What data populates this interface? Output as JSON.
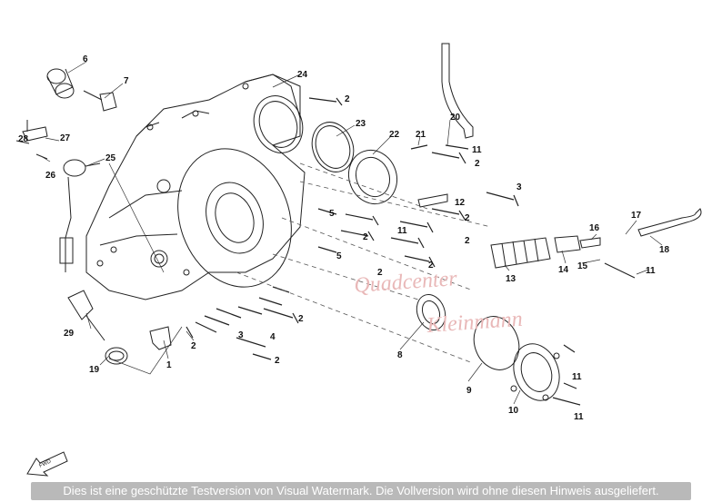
{
  "callouts": {
    "c1": "1",
    "c2": "2",
    "c3": "3",
    "c4": "4",
    "c5": "5",
    "c6": "6",
    "c7": "7",
    "c8": "8",
    "c9": "9",
    "c10": "10",
    "c11": "11",
    "c12": "12",
    "c13": "13",
    "c14": "14",
    "c15": "15",
    "c16": "16",
    "c17": "17",
    "c18": "18",
    "c19": "19",
    "c20": "20",
    "c21": "21",
    "c22": "22",
    "c23": "23",
    "c24": "24",
    "c25": "25",
    "c26": "26",
    "c27": "27",
    "c28": "28",
    "c29": "29"
  },
  "watermark": {
    "line1": "Quadcenter",
    "line2": "Kleinmann"
  },
  "arrow_label": "FWD",
  "footer_text": "Dies ist eine geschützte Testversion von Visual Watermark. Die Vollversion wird ohne diesen Hinweis ausgeliefert."
}
